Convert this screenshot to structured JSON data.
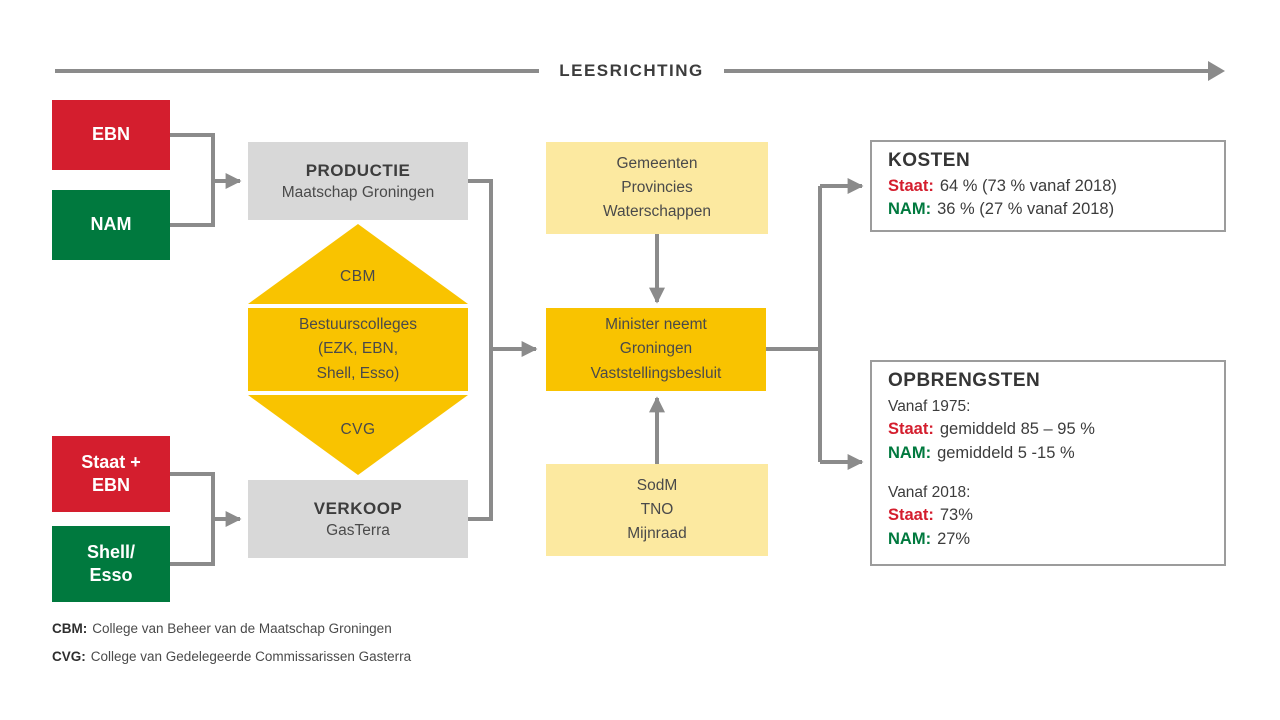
{
  "header": {
    "label": "LEESRICHTING"
  },
  "colors": {
    "red": "#d41e2e",
    "green": "#00793e",
    "gold": "#f9c300",
    "light_yellow": "#fce9a0",
    "box_gray": "#d8d8d8",
    "line_gray": "#8b8b8b"
  },
  "nodes": {
    "ebn": "EBN",
    "nam": "NAM",
    "staat_ebn": "Staat +\nEBN",
    "shell_esso": "Shell/\nEsso",
    "productie": {
      "title": "PRODUCTIE",
      "subtitle": "Maatschap Groningen"
    },
    "verkoop": {
      "title": "VERKOOP",
      "subtitle": "GasTerra"
    },
    "cbm": "CBM",
    "bestuurscolleges": "Bestuurscolleges\n(EZK, EBN,\nShell, Esso)",
    "cvg": "CVG",
    "gemeenten": "Gemeenten\nProvincies\nWaterschappen",
    "minister": "Minister neemt\nGroningen\nVaststellingsbesluit",
    "sodm": "SodM\nTNO\nMijnraad",
    "kosten": {
      "title": "KOSTEN",
      "rows": [
        {
          "label": "Staat:",
          "value": "64 % (73 % vanaf 2018)",
          "color": "red"
        },
        {
          "label": "NAM:",
          "value": "36 % (27 % vanaf 2018)",
          "color": "green"
        }
      ]
    },
    "opbrengsten": {
      "title": "OPBRENGSTEN",
      "sections": [
        {
          "header": "Vanaf 1975:",
          "rows": [
            {
              "label": "Staat:",
              "value": "gemiddeld 85 – 95 %",
              "color": "red"
            },
            {
              "label": "NAM:",
              "value": "gemiddeld 5 -15 %",
              "color": "green"
            }
          ]
        },
        {
          "header": "Vanaf 2018:",
          "rows": [
            {
              "label": "Staat:",
              "value": "73%",
              "color": "red"
            },
            {
              "label": "NAM:",
              "value": "27%",
              "color": "green"
            }
          ]
        }
      ]
    }
  },
  "legend": [
    {
      "term": "CBM:",
      "definition": "College van Beheer van de Maatschap Groningen"
    },
    {
      "term": "CVG:",
      "definition": "College van Gedelegeerde Commissarissen Gasterra"
    }
  ]
}
